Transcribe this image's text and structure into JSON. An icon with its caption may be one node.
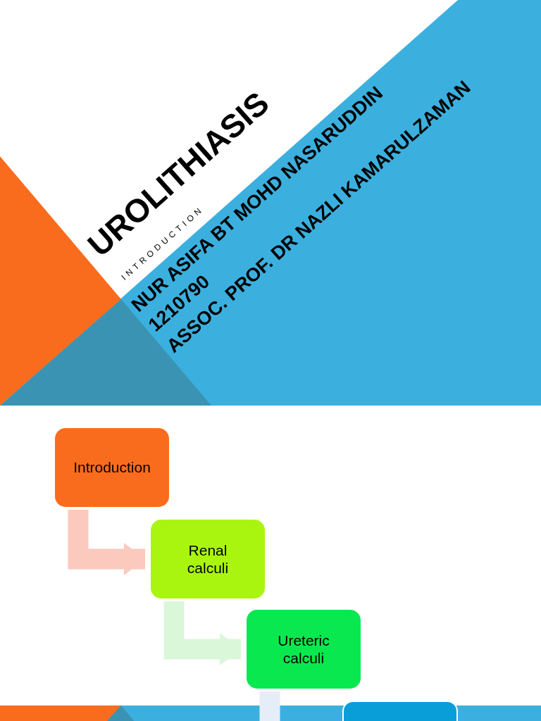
{
  "diagram": {
    "title": "UROLITHIASIS",
    "nodes": [
      {
        "text": [
          "Introduction"
        ]
      },
      {
        "text": [
          "Renal calculi"
        ]
      },
      {
        "text": [
          "Ureteric calculi"
        ]
      },
      {
        "text": [],
        "shape": "box"
      }
    ],
    "edges": [
      {
        "from": 0,
        "to": 1,
        "arrow": "to",
        "color": "#fbc9bd"
      },
      {
        "from": 1,
        "to": 2,
        "arrow": "to",
        "color": "#dbf7d9"
      },
      {
        "from": 2,
        "to": 3,
        "arrow": "to",
        "color": "#e5eef8"
      }
    ],
    "labels": [
      "INTRODUCTION",
      "NUR ASIFA BT MOHD NASARUDDIN",
      "1210790",
      "ASSOC. PROF. DR NAZLI KAMARULZAMAN"
    ]
  }
}
